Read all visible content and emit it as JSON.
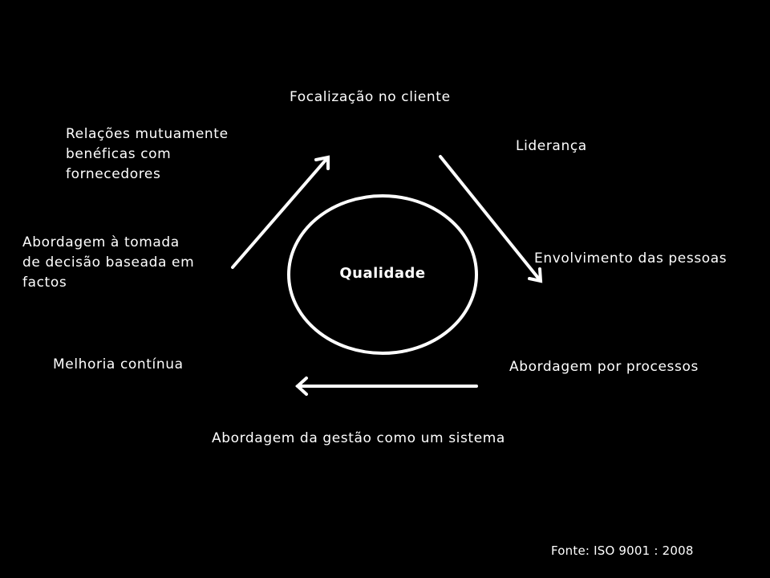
{
  "diagram": {
    "center": "Qualidade",
    "principles": {
      "customer_focus": "Focalização no cliente",
      "leadership": "Liderança",
      "people_involvement": "Envolvimento das pessoas",
      "process_approach": "Abordagem por processos",
      "system_approach": "Abordagem da gestão como um sistema",
      "continual_improvement": "Melhoria contínua",
      "factual_decision": [
        "Abordagem à tomada",
        "de decisão baseada em",
        "factos"
      ],
      "supplier_relations": [
        "Relações mutuamente",
        "benéficas com",
        "fornecedores"
      ]
    },
    "source": "Fonte: ISO  9001 : 2008",
    "colors": {
      "background": "#000000",
      "foreground": "#ffffff"
    }
  }
}
